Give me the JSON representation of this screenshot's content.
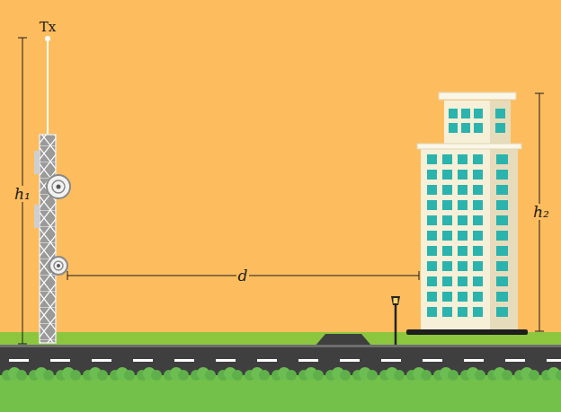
{
  "diagram": {
    "labels": [
      "Tx",
      "h₁",
      "d",
      "h₂"
    ]
  }
}
